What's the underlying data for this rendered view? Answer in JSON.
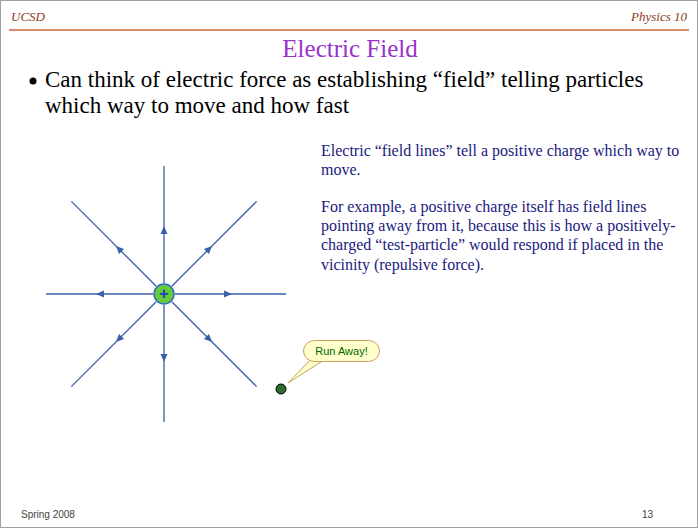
{
  "diagram": {
    "title": "Electric Field",
    "nodes": [
      {
        "text": [
          "+"
        ]
      },
      {
        "text": [
          "Run Away!"
        ]
      }
    ],
    "labels": [
      "UCSD",
      "Physics 10",
      "Can think of electric force as establishing “field” telling particles which way to move and how fast",
      "Electric “field lines” tell a positive charge which way to move.",
      "For example, a positive charge itself has field lines pointing away from it, because this is how a positively-charged “test-particle” would respond if placed in the vicinity (repulsive force).",
      "Spring 2008",
      "13"
    ]
  }
}
